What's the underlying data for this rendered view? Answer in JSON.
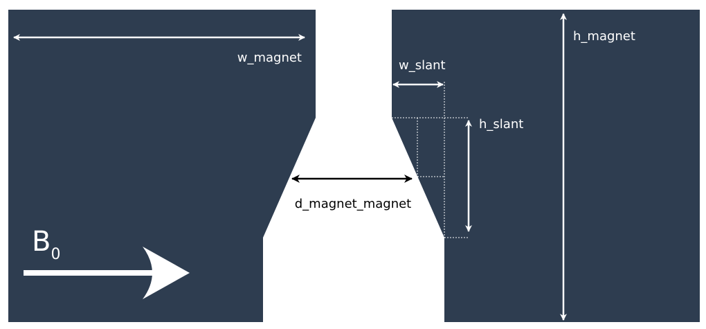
{
  "colors": {
    "magnet": "#2e3d50",
    "background": "#ffffff",
    "arrow_light": "#ffffff",
    "arrow_dark": "#000000"
  },
  "labels": {
    "w_magnet": "w_magnet",
    "h_magnet": "h_magnet",
    "w_slant": "w_slant",
    "h_slant": "h_slant",
    "d_magnet_magnet": "d_magnet_magnet",
    "b0_symbol": "B",
    "b0_subscript": "0"
  }
}
